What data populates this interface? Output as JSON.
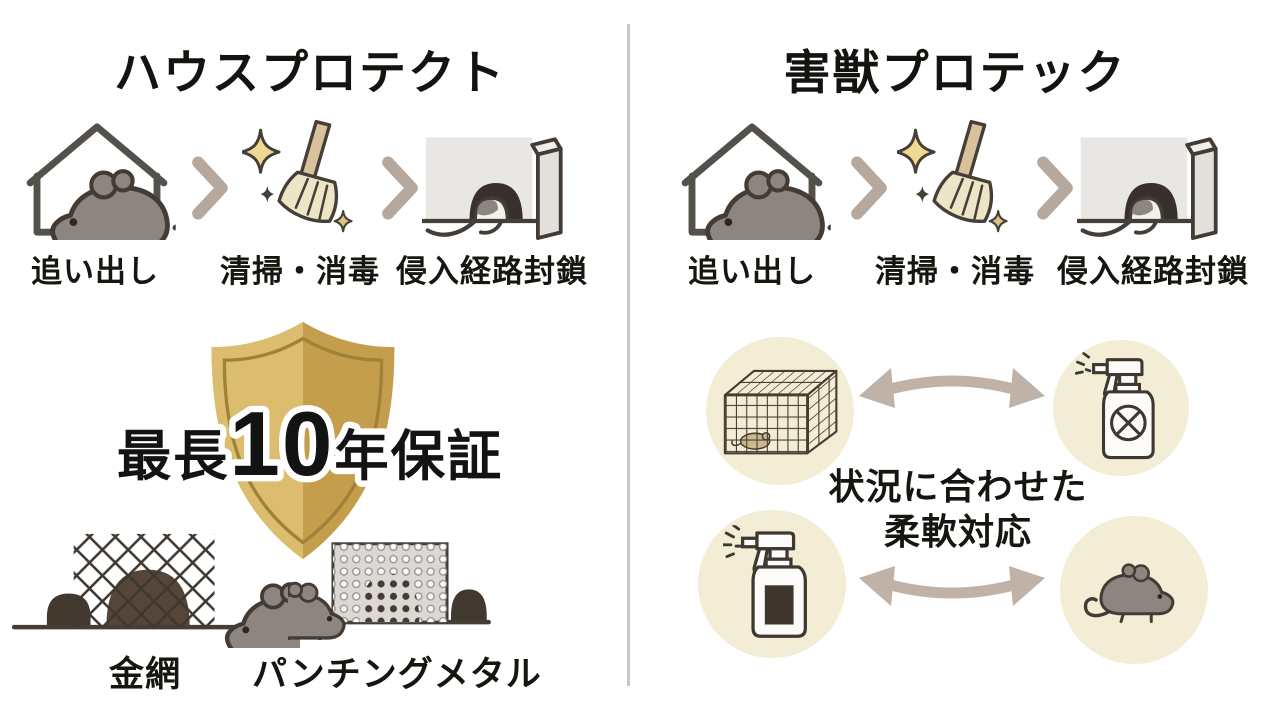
{
  "colors": {
    "background": "#ffffff",
    "shield_gold": "#c49e4c",
    "shield_gold_light": "#dcbd70",
    "circle_beige": "#f3edd6",
    "arrow_taupe": "#b6a89d",
    "double_arrow_taupe": "#c1b2a8",
    "outline_dark": "#443c34",
    "divider_gray": "#c9c7c5"
  },
  "left": {
    "title": "ハウスプロテクト",
    "steps": [
      {
        "label": "追い出し",
        "icon": "mouse-in-house-icon"
      },
      {
        "label": "清掃・消毒",
        "icon": "broom-cleaning-icon"
      },
      {
        "label": "侵入経路封鎖",
        "icon": "blocked-entry-icon"
      }
    ],
    "guarantee": {
      "prefix": "最長",
      "number": "10",
      "suffix": "年保証"
    },
    "shield_icon": "gold-shield-icon",
    "methods": [
      {
        "label": "金網",
        "icon": "wire-mesh-icon"
      },
      {
        "label": "パンチングメタル",
        "icon": "punching-metal-icon"
      }
    ]
  },
  "right": {
    "title": "害獣プロテック",
    "steps": [
      {
        "label": "追い出し",
        "icon": "mouse-in-house-icon"
      },
      {
        "label": "清掃・消毒",
        "icon": "broom-cleaning-icon"
      },
      {
        "label": "侵入経路封鎖",
        "icon": "blocked-entry-icon"
      }
    ],
    "flexible": {
      "line1": "状況に合わせた",
      "line2": "柔軟対応"
    },
    "options": [
      {
        "icon": "cage-trap-icon"
      },
      {
        "icon": "spray-prohibited-icon"
      },
      {
        "icon": "spray-bottle-icon"
      },
      {
        "icon": "mouse-icon"
      }
    ]
  }
}
